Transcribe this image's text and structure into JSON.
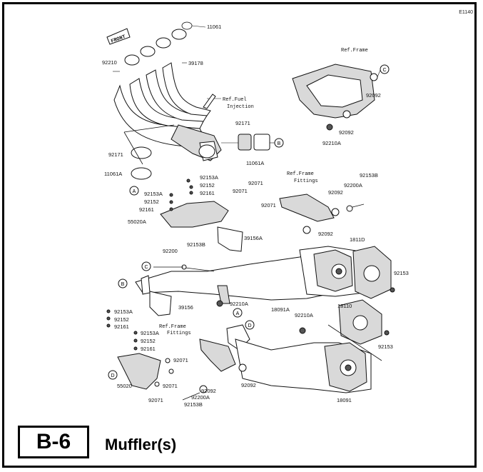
{
  "header": {
    "code": "E1140"
  },
  "section": {
    "code": "B-6",
    "title": "Muffler(s)"
  },
  "part_numbers": {
    "p11061": "11061",
    "p92210": "92210",
    "p39178": "39178",
    "ref_fuel": "Ref.Fuel",
    "ref_fuel_2": "Injection",
    "p92171_a": "92171",
    "p92171_b": "92171",
    "p11061A_a": "11061A",
    "p11061A_b": "11061A",
    "ref_frame_top": "Ref.Frame",
    "p92092_top": "92092",
    "p92092_mid": "92092",
    "p92210A_top": "92210A",
    "ref_frame_fittings": "Ref.Frame",
    "fittings": "Fittings",
    "p92153B_r": "92153B",
    "p92200A_r": "92200A",
    "p92092_r": "92092",
    "p92153A_1": "92153A",
    "p92152_1": "92152",
    "p92161_1": "92161",
    "p92153A_2": "92153A",
    "p92152_2": "92152",
    "p92161_2": "92161",
    "p92071_1": "92071",
    "p92071_2": "92071",
    "p92071_3": "92071",
    "p55020A": "55020A",
    "p39156A": "39156A",
    "p92092_c": "92092",
    "p92153B_c": "92153B",
    "p92200_c": "92200",
    "p1811D": "1811D",
    "p92153_r1": "92153",
    "p18091A": "18091A",
    "p92210A_c": "92210A",
    "p39156": "39156",
    "p18110": "18110",
    "p92153_r2": "92153",
    "p92210A_low": "92210A",
    "p92153A_3": "92153A",
    "p92152_3": "92152",
    "p92161_3": "92161",
    "p92153A_4": "92153A",
    "p92152_4": "92152",
    "p92161_4": "92161",
    "ref_frame_low": "Ref.Frame",
    "fittings_low": "Fittings",
    "p92071_4": "92071",
    "p92071_5": "92071",
    "p55020": "55020",
    "p92071_6": "92071",
    "p92092_low1": "92092",
    "p92200A_low": "92200A",
    "p92153B_low": "92153B",
    "p92092_low2": "92092",
    "p18091": "18091",
    "front": "FRONT"
  },
  "callouts": {
    "A": "A",
    "B": "B",
    "C": "C",
    "D": "D"
  }
}
